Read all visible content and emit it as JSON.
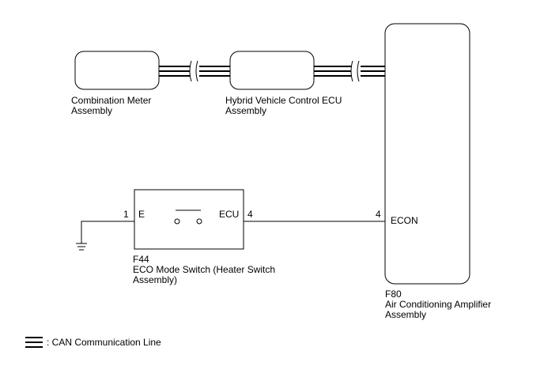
{
  "components": {
    "combination_meter": {
      "line1": "Combination Meter",
      "line2": "Assembly"
    },
    "hybrid_ecu": {
      "line1": "Hybrid Vehicle Control ECU",
      "line2": "Assembly"
    },
    "eco_switch": {
      "code": "F44",
      "line1": "ECO Mode Switch (Heater Switch",
      "line2": "Assembly)"
    },
    "ac_amplifier": {
      "code": "F80",
      "line1": "Air Conditioning Amplifier",
      "line2": "Assembly"
    }
  },
  "pins": {
    "switch_e_num": "1",
    "switch_e_name": "E",
    "switch_ecu_name": "ECU",
    "switch_ecu_num": "4",
    "amp_econ_num": "4",
    "amp_econ_name": "ECON"
  },
  "legend": {
    "can_label": ": CAN Communication Line"
  }
}
